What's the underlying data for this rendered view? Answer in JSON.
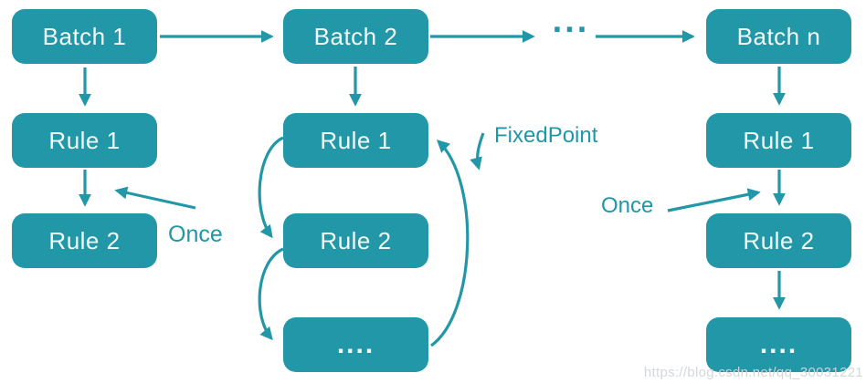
{
  "diagram": {
    "colors": {
      "node_fill": "#2297a7",
      "node_text": "#f2fafb",
      "arrow": "#2297a7",
      "label_text": "#1e97a8",
      "watermark_text": "#d0d6d9"
    },
    "columns": [
      {
        "name": "batch-1",
        "boxes": [
          "Batch 1",
          "Rule 1",
          "Rule 2"
        ]
      },
      {
        "name": "batch-2",
        "boxes": [
          "Batch 2",
          "Rule 1",
          "Rule 2",
          "...."
        ]
      },
      {
        "name": "batch-n",
        "boxes": [
          "Batch n",
          "Rule 1",
          "Rule 2",
          "...."
        ]
      }
    ],
    "ellipsis_between_batches": "...",
    "labels": {
      "once_left": "Once",
      "fixedpoint": "FixedPoint",
      "once_right": "Once"
    },
    "watermark": "https://blog.csdn.net/qq_30031221"
  }
}
